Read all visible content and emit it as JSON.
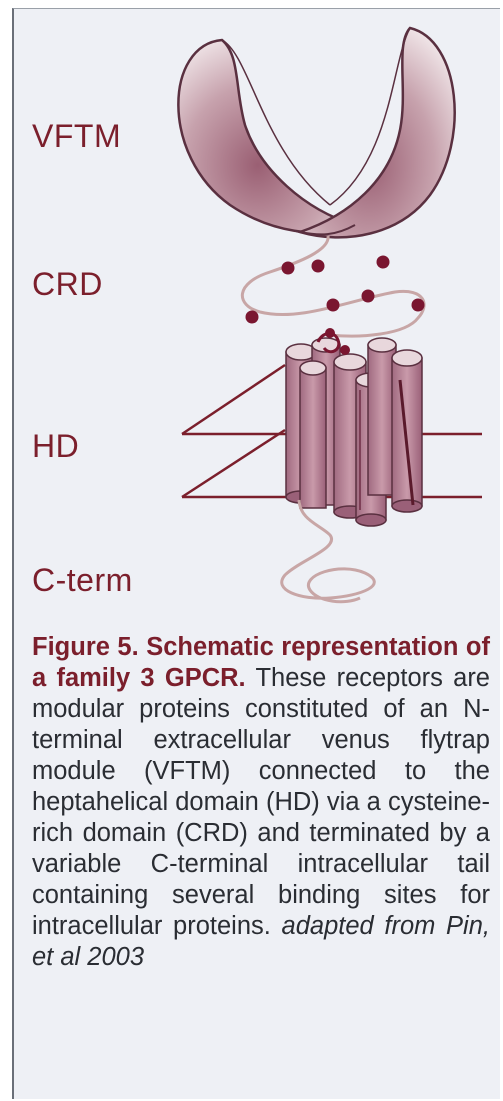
{
  "labels": {
    "vftm": "VFTM",
    "crd": "CRD",
    "hd": "HD",
    "cterm": "C-term"
  },
  "caption": {
    "figure_number": "Figure 5.",
    "title": "Schematic representation of a family 3 GPCR",
    "body": "These receptors are modular proteins constituted of an N-terminal extracellular venus flytrap module (VFTM) connected to the heptahelical domain (HD) via a cysteine-rich domain (CRD) and terminated by a variable C-terminal intracellular tail containing several binding sites for intracellular proteins.",
    "source": "adapted from Pin, et al 2003"
  },
  "colors": {
    "label": "#7b1f2c",
    "helix": "#b9869a",
    "helix_dark": "#8c4e66",
    "lobe": "#b98897",
    "bead": "#7a1630",
    "membrane_line": "#7b1f2c",
    "strand": "#c8a6a6"
  }
}
